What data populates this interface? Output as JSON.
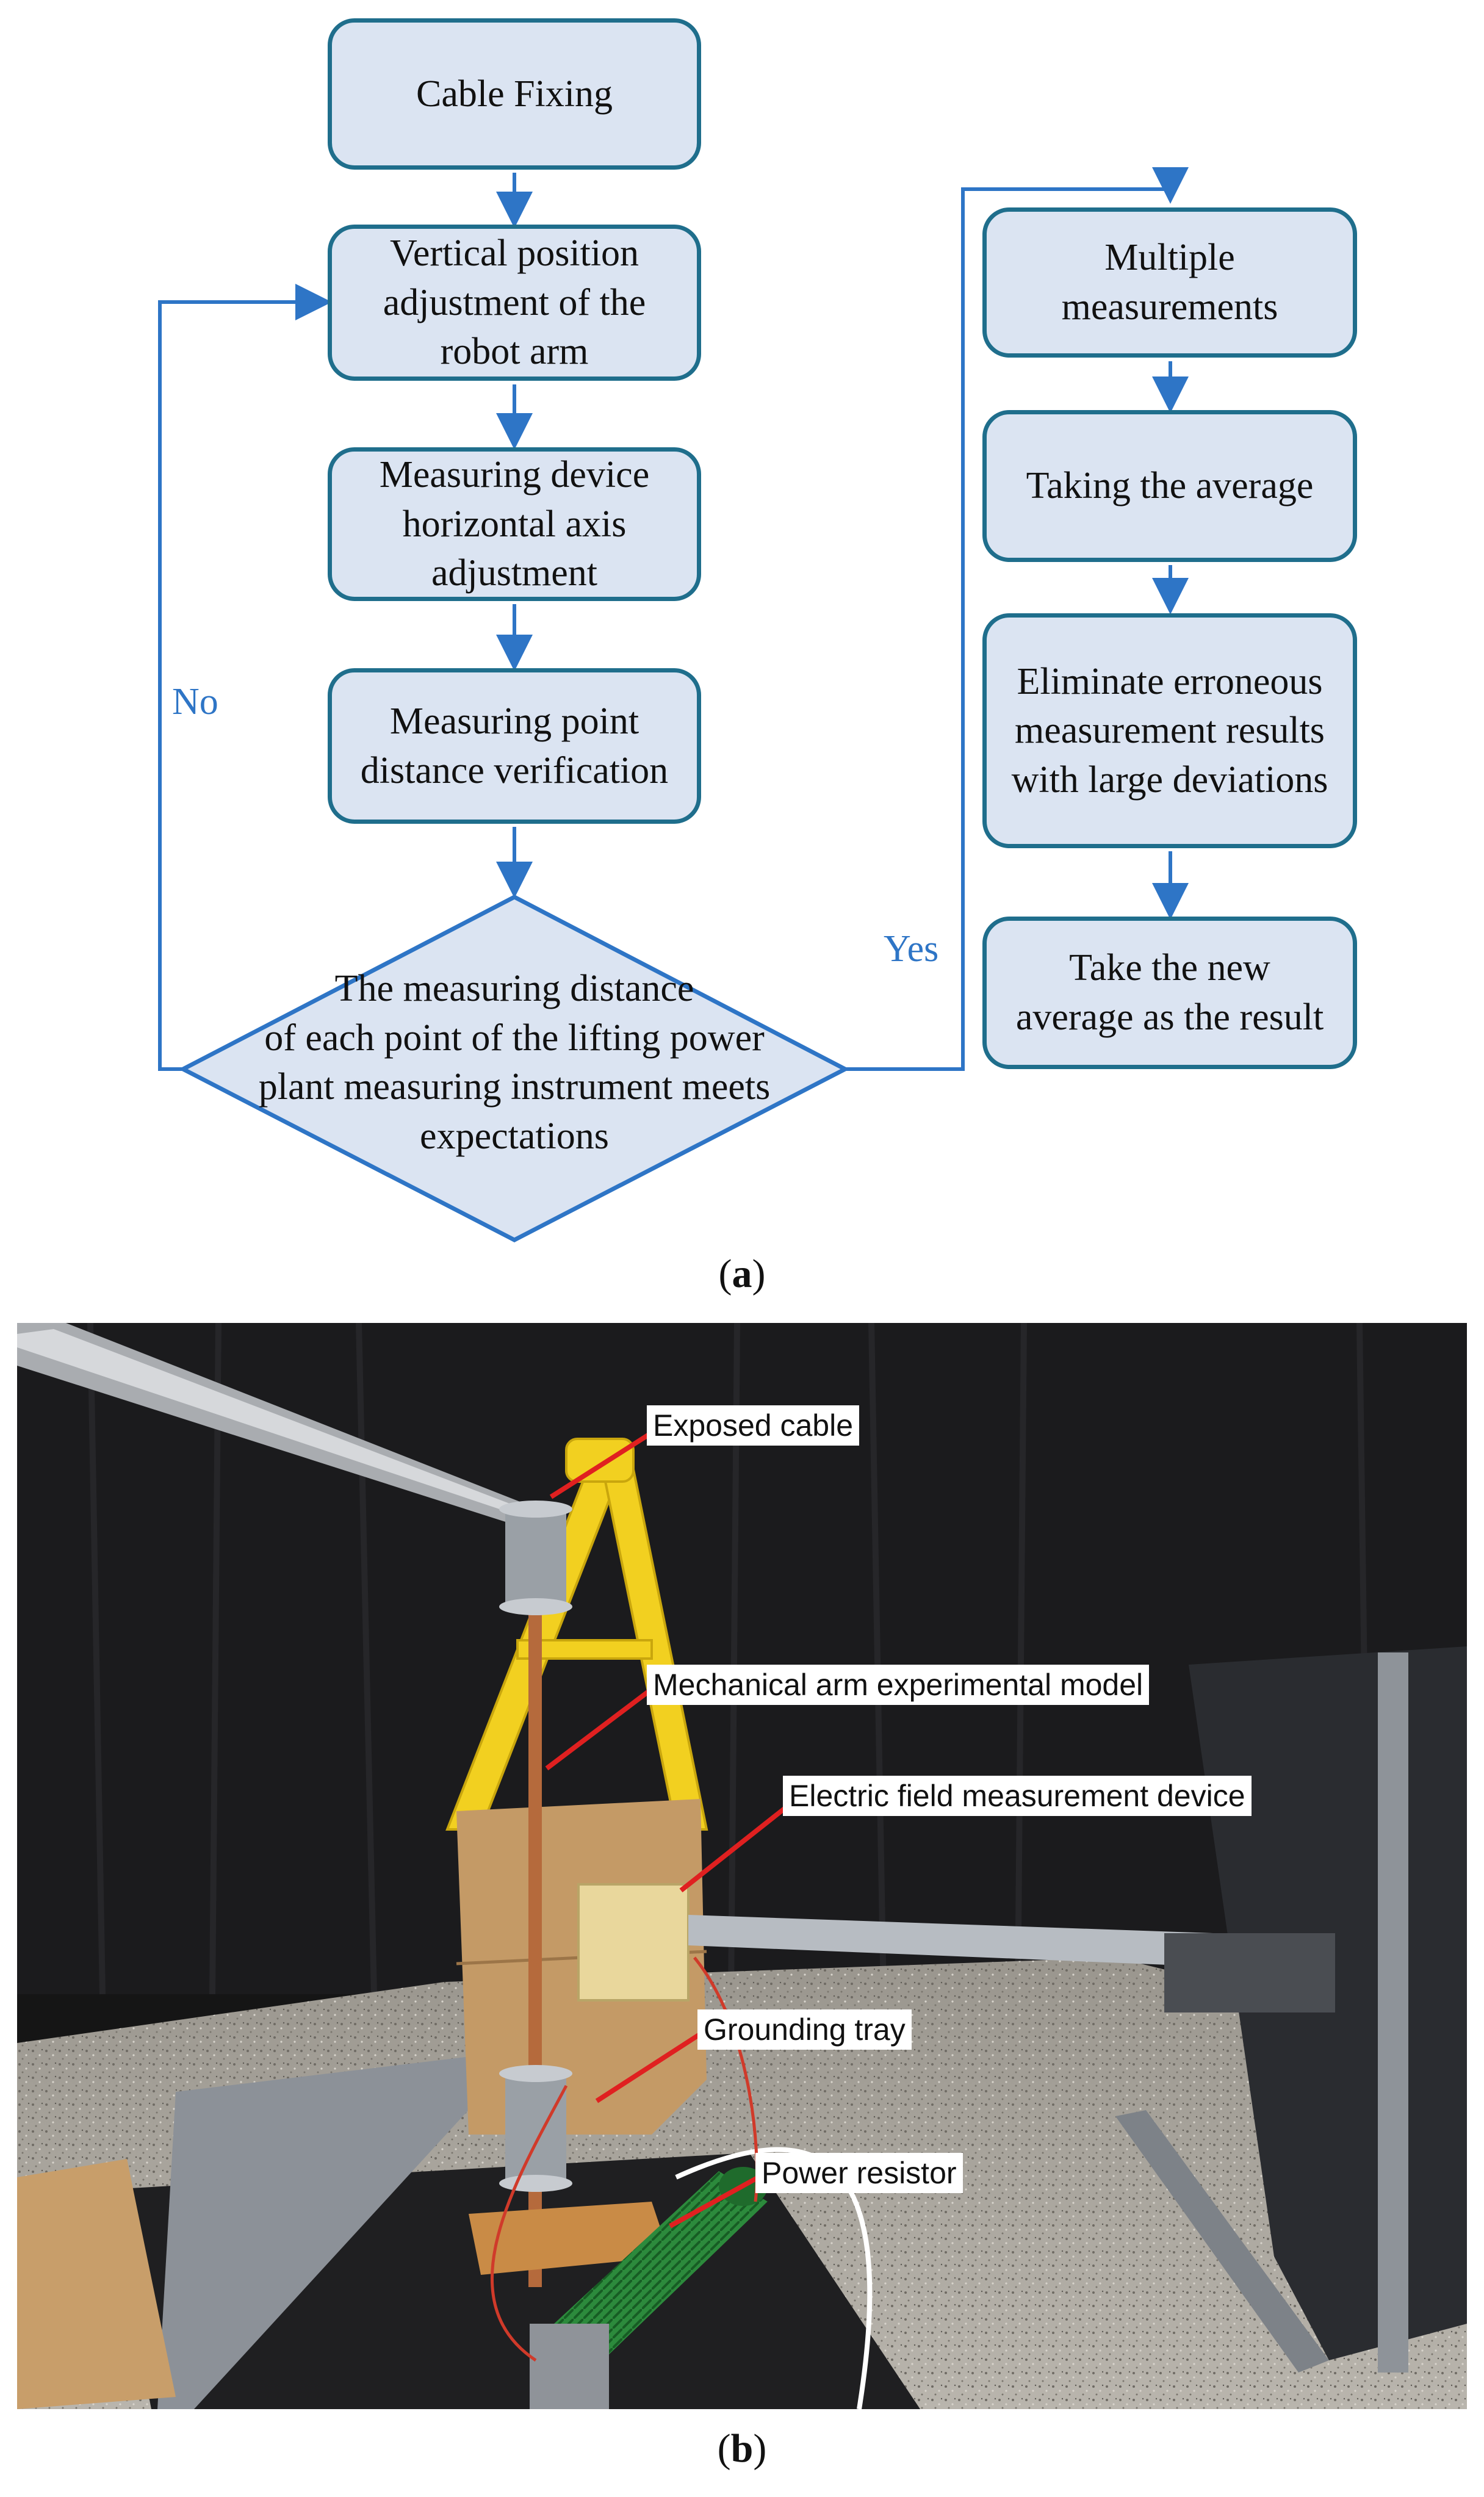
{
  "panel_a": {
    "steps": {
      "cable_fixing": "Cable Fixing",
      "vertical_adjust": "Vertical position\nadjustment of the\nrobot arm",
      "horizontal_adjust": "Measuring device\nhorizontal axis\nadjustment",
      "distance_verify": "Measuring point\ndistance verification",
      "decision": "The measuring distance\nof each point of the lifting power\nplant measuring instrument meets\nexpectations",
      "multiple": "Multiple\nmeasurements",
      "average": "Taking the average",
      "eliminate": "Eliminate erroneous\nmeasurement results\nwith large deviations",
      "new_average": "Take the new\naverage as the result"
    },
    "no_label": "No",
    "yes_label": "Yes",
    "caption_letter": "a"
  },
  "panel_b": {
    "labels": {
      "exposed_cable": "Exposed cable",
      "mech_arm": "Mechanical arm experimental model",
      "field_device": "Electric field measurement device",
      "grounding": "Grounding tray",
      "resistor": "Power resistor"
    },
    "caption_letter": "b"
  },
  "colors": {
    "box_fill": "#dbe4f2",
    "box_border": "#1f6e8c",
    "arrow": "#2e75c6",
    "annotation_line": "#e02020"
  }
}
